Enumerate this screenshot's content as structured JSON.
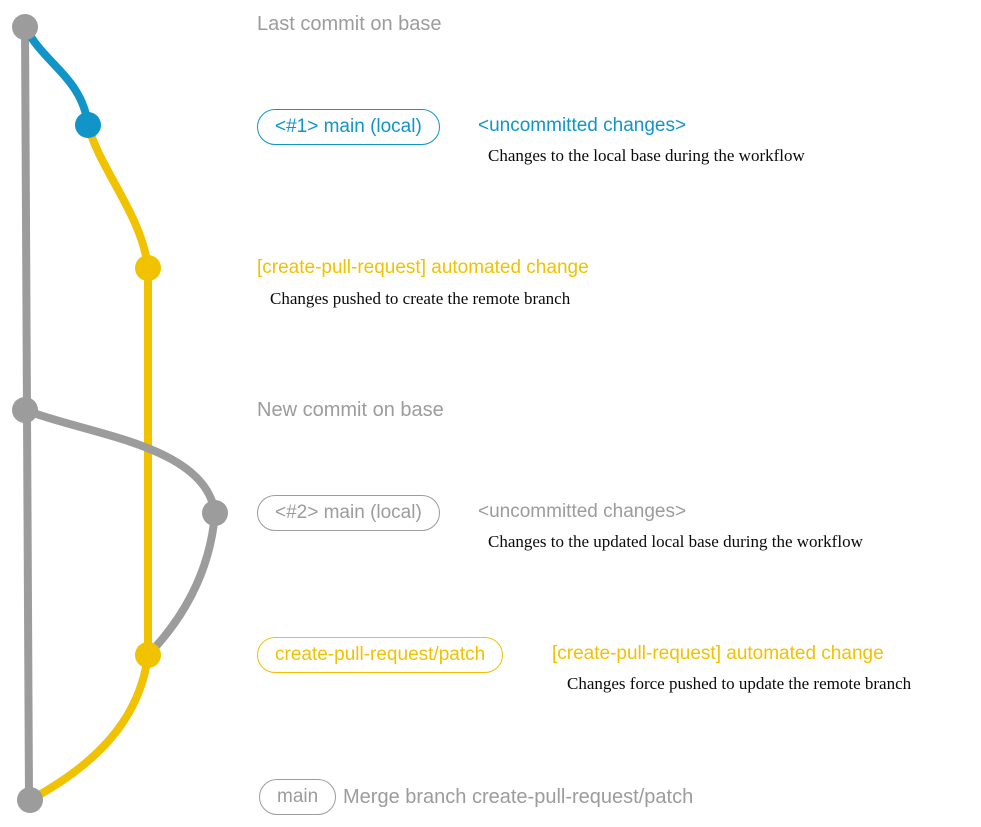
{
  "colors": {
    "gray": "#9c9c9c",
    "teal": "#1195c9",
    "yellow": "#f0c200"
  },
  "sections": {
    "last_commit_label": "Last commit on base",
    "branch1": {
      "badge": "<#1> main (local)",
      "status": "<uncommitted changes>",
      "desc": "Changes to the local base during the workflow"
    },
    "push1": {
      "label": "[create-pull-request] automated change",
      "desc": "Changes pushed to create the remote branch"
    },
    "new_commit_label": "New commit on base",
    "branch2": {
      "badge": "<#2> main (local)",
      "status": "<uncommitted changes>",
      "desc": "Changes to the updated local base during the workflow"
    },
    "push2": {
      "badge": "create-pull-request/patch",
      "label": "[create-pull-request] automated change",
      "desc": "Changes force pushed to update the remote branch"
    },
    "merge": {
      "badge": "main",
      "label": "Merge branch create-pull-request/patch"
    }
  }
}
